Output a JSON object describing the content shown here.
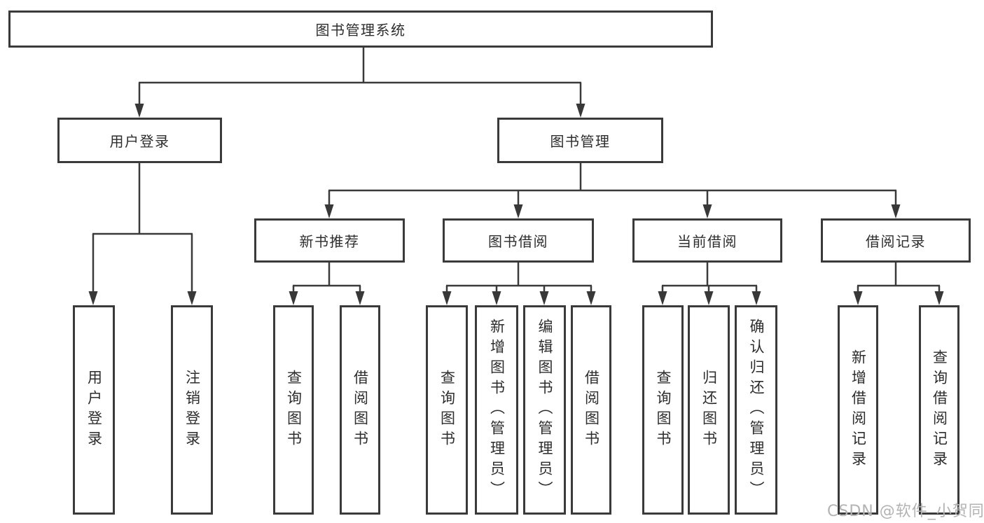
{
  "diagram": {
    "root": {
      "label": "图书管理系统"
    },
    "level2": [
      {
        "label": "用户登录",
        "children": [
          {
            "label": "用户登录"
          },
          {
            "label": "注销登录"
          }
        ]
      },
      {
        "label": "图书管理",
        "children": [
          {
            "label": "新书推荐",
            "children": [
              {
                "label": "查询图书"
              },
              {
                "label": "借阅图书"
              }
            ]
          },
          {
            "label": "图书借阅",
            "children": [
              {
                "label": "查询图书"
              },
              {
                "label": "新增图书（管理员）"
              },
              {
                "label": "编辑图书（管理员）"
              },
              {
                "label": "借阅图书"
              }
            ]
          },
          {
            "label": "当前借阅",
            "children": [
              {
                "label": "查询图书"
              },
              {
                "label": "归还图书"
              },
              {
                "label": "确认归还（管理员）"
              }
            ]
          },
          {
            "label": "借阅记录",
            "children": [
              {
                "label": "新增借阅记录"
              },
              {
                "label": "查询借阅记录"
              }
            ]
          }
        ]
      }
    ]
  },
  "watermark": {
    "text": "CSDN @软件_小贺同学"
  },
  "colors": {
    "line": "#3a3a3a",
    "text": "#2d2d2d",
    "watermark": "#b3b3b3",
    "background": "#ffffff"
  }
}
